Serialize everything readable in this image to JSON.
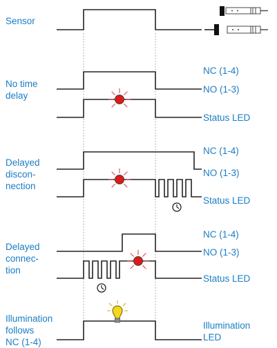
{
  "colors": {
    "label": "#1a7dc4",
    "trace": "#222222",
    "led_red": "#e01818",
    "bulb_yellow": "#f5d81e"
  },
  "sections": {
    "sensor": {
      "label_lines": [
        "Sensor"
      ]
    },
    "no_delay": {
      "label_lines": [
        "No time",
        "delay"
      ],
      "signals": [
        "NC (1-4)",
        "NO (1-3)",
        "Status LED"
      ]
    },
    "delayed_disconnection": {
      "label_lines": [
        "Delayed",
        "discon-",
        "nection"
      ],
      "signals": [
        "NC (1-4)",
        "NO (1-3)",
        "Status LED"
      ]
    },
    "delayed_connection": {
      "label_lines": [
        "Delayed",
        "connec-",
        "tion"
      ],
      "signals": [
        "NC (1-4)",
        "NO (1-3)",
        "Status LED"
      ]
    },
    "illumination": {
      "label_lines": [
        "Illumination",
        "follows",
        "NC (1-4)"
      ],
      "signals": [
        "Illumination",
        "LED"
      ]
    }
  },
  "icons": [
    "sensor-device-icon",
    "led-icon",
    "clock-icon",
    "bulb-icon"
  ]
}
